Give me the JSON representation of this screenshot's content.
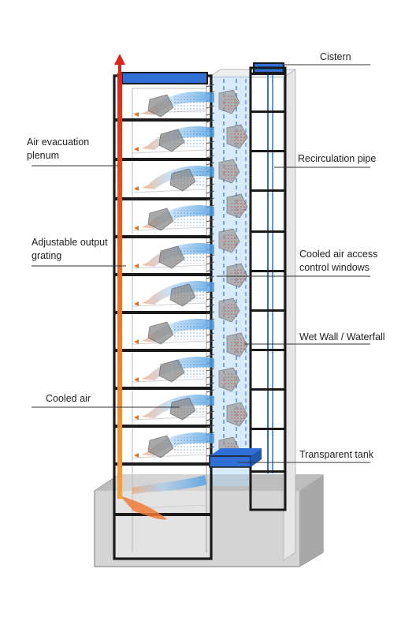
{
  "labels": {
    "cistern": "Cistern",
    "air_evacuation_plenum": [
      "Air evacuation",
      "plenum"
    ],
    "recirculation_pipe": "Recirculation pipe",
    "adjustable_output_grating": [
      "Adjustable output",
      "grating"
    ],
    "cooled_air_access_control_windows": [
      "Cooled air access",
      "control windows"
    ],
    "wet_wall_waterfall": "Wet Wall / Waterfall",
    "cooled_air": "Cooled air",
    "transparent_tank": "Transparent tank"
  },
  "colors": {
    "structure": "#1a1a1a",
    "water": "#2f6fd6",
    "water_light": "#9cc4ec",
    "hot_air": "#e03a1c",
    "warm_air": "#f08a3c",
    "cool_air": "#5aa8e0",
    "stone": "#8a8a8a",
    "foundation": "#d2d2d2"
  }
}
